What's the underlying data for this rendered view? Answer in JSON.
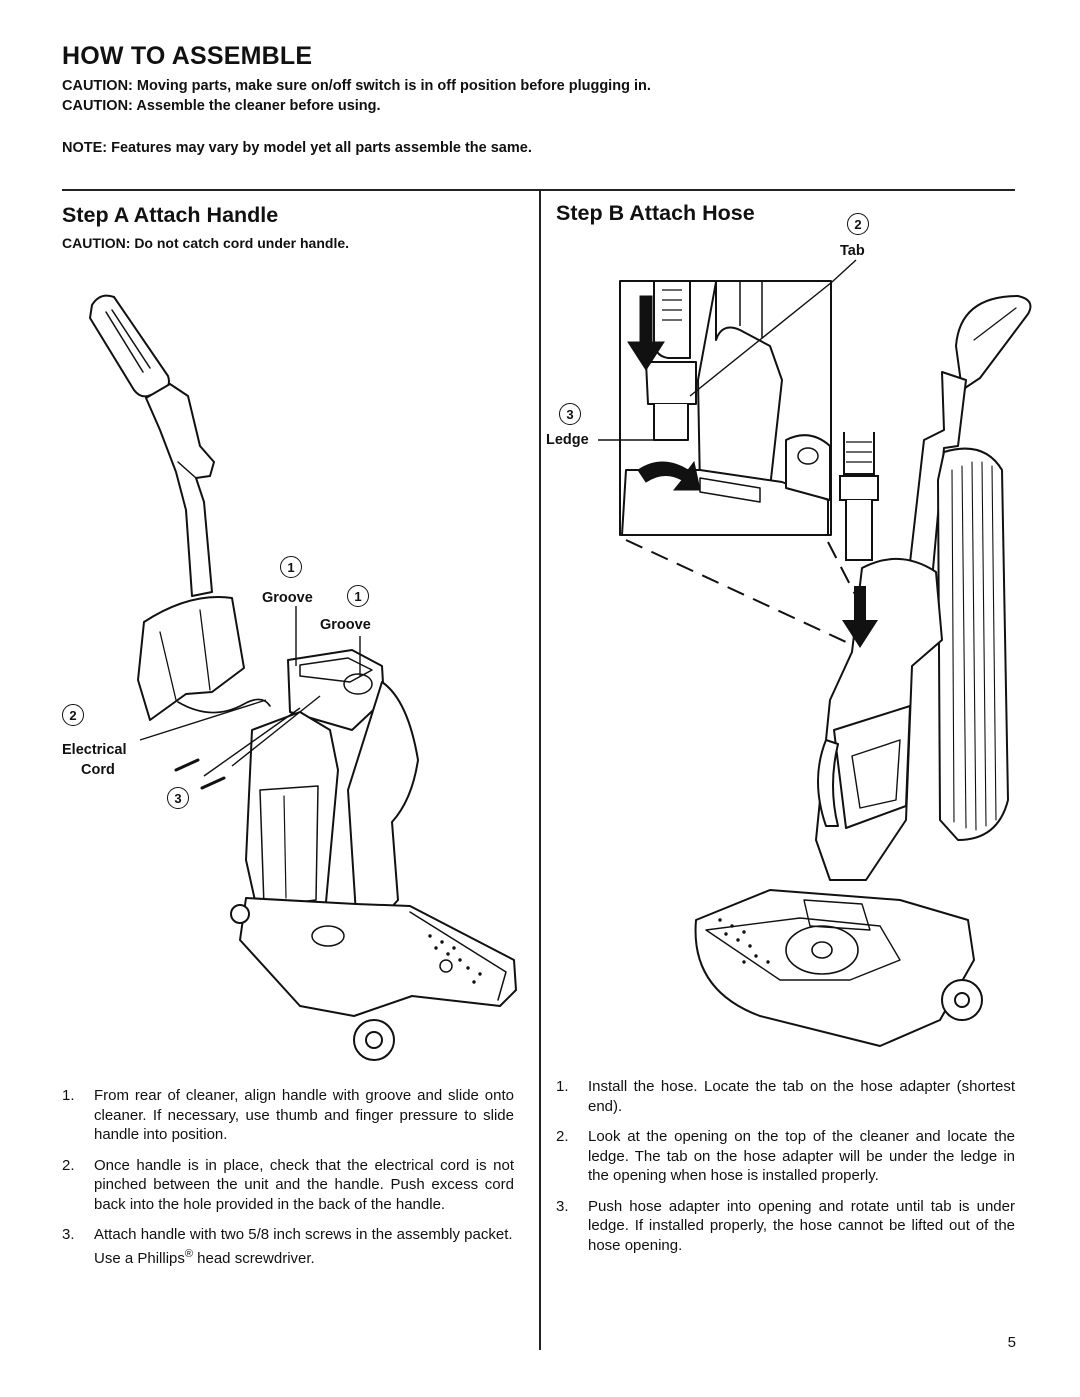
{
  "header": {
    "title": "HOW TO ASSEMBLE",
    "caution1": "CAUTION:  Moving parts, make sure on/off switch is in off position before plugging in.",
    "caution2": "CAUTION:  Assemble the cleaner before using.",
    "note": "NOTE:  Features may vary by model yet all parts assemble the same."
  },
  "step_a": {
    "title": "Step A  Attach Handle",
    "caution": "CAUTION: Do not catch cord under handle.",
    "callouts": {
      "num1_top": "1",
      "groove1": "Groove",
      "num1_right": "1",
      "groove2": "Groove",
      "num2": "2",
      "electrical": "Electrical",
      "cord": "Cord",
      "num3": "3"
    },
    "instructions": [
      {
        "n": "1.",
        "text": "From rear of cleaner, align handle with groove and slide onto cleaner. If necessary, use thumb and finger pressure to slide handle into position."
      },
      {
        "n": "2.",
        "text": "Once handle is in place, check that the electrical cord is not pinched between the unit and the handle. Push excess cord back into the hole provided in the back of the handle."
      },
      {
        "n": "3.",
        "text_before": "Attach handle with two 5/8 inch screws in the assembly packet. Use a Phillips",
        "reg": "®",
        "text_after": " head screwdriver."
      }
    ]
  },
  "step_b": {
    "title": "Step B Attach Hose",
    "callouts": {
      "num2": "2",
      "tab": "Tab",
      "num3": "3",
      "ledge": "Ledge"
    },
    "instructions": [
      {
        "n": "1.",
        "text": "Install the hose. Locate the tab on the hose adapter (shortest end)."
      },
      {
        "n": "2.",
        "text": "Look at the opening on the top of the cleaner and locate the ledge. The tab on the hose adapter will be under the ledge in the opening when hose is installed properly."
      },
      {
        "n": "3.",
        "text": "Push hose adapter into opening and rotate until tab is under ledge. If installed properly, the hose cannot be lifted out of the hose opening."
      }
    ]
  },
  "page_number": "5"
}
